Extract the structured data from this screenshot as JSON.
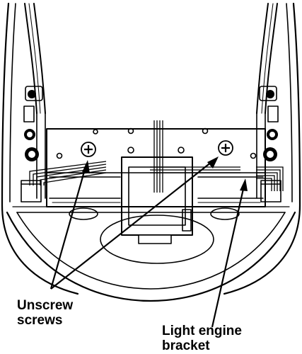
{
  "callouts": {
    "unscrew": {
      "line1": "Unscrew",
      "line2": "screws"
    },
    "bracket": {
      "line1": "Light engine",
      "line2": "bracket"
    }
  },
  "colors": {
    "ink": "#000000",
    "paper": "#ffffff",
    "shade": "#f2f2f2"
  }
}
